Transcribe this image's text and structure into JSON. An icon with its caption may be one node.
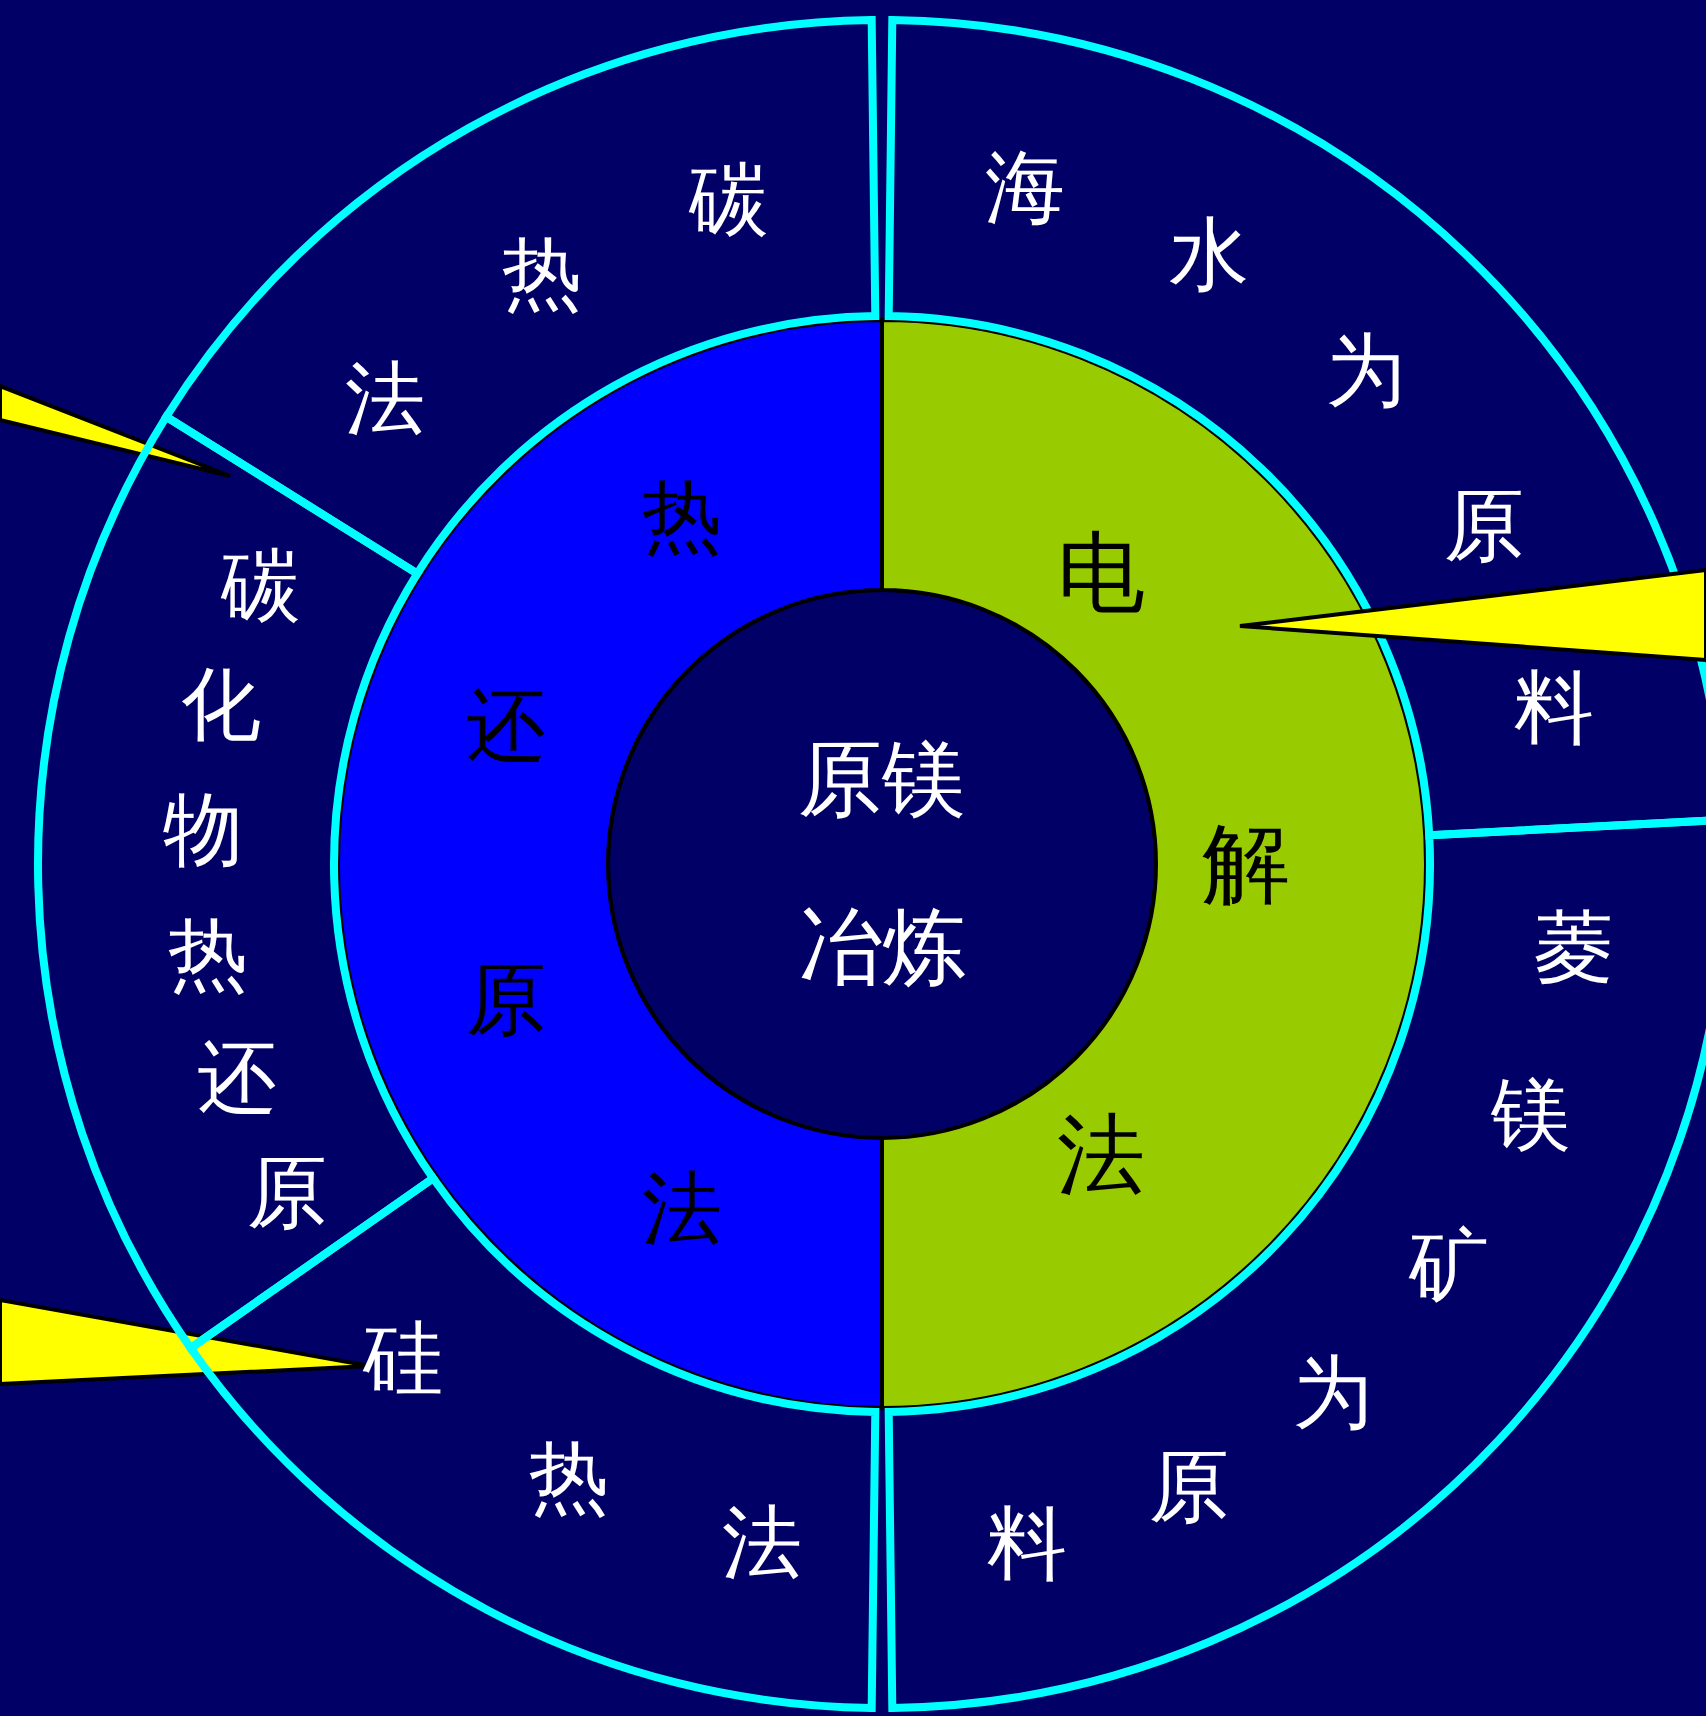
{
  "diagram": {
    "nodes": [
      {
        "text": [
          "原镁冶炼"
        ]
      },
      {
        "text": [
          "热还原法"
        ]
      },
      {
        "text": [
          "电解法"
        ]
      },
      {
        "text": [
          "碳热法"
        ]
      },
      {
        "text": [
          "海水为原料"
        ]
      },
      {
        "text": [
          "碳化物热还原"
        ]
      },
      {
        "text": [
          "菱镁矿为原料"
        ]
      },
      {
        "text": [
          "硅热法"
        ]
      },
      {
        "text": [],
        "shape": "triangle"
      },
      {
        "text": [],
        "shape": "triangle"
      },
      {
        "text": [],
        "shape": "triangle",
        "in": 4
      }
    ]
  }
}
